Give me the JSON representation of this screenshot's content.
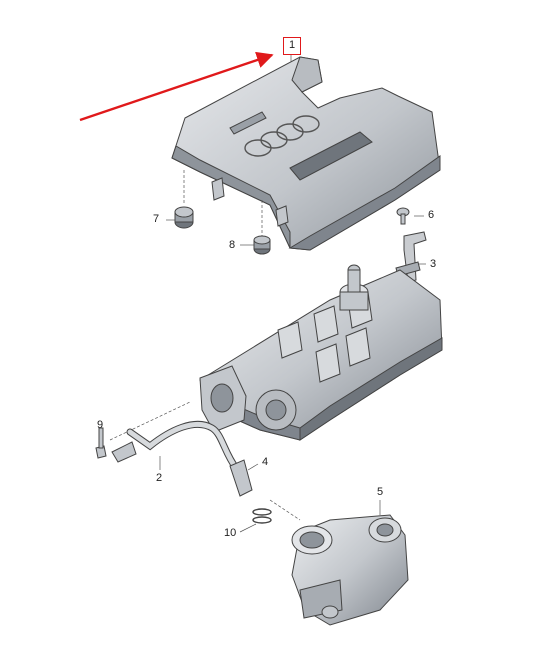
{
  "callouts": [
    {
      "id": "cover",
      "label": "1",
      "boxed": true
    },
    {
      "id": "pipe",
      "label": "2"
    },
    {
      "id": "bracket",
      "label": "3"
    },
    {
      "id": "seal",
      "label": "4"
    },
    {
      "id": "thermostat-housing",
      "label": "5"
    },
    {
      "id": "screw-top",
      "label": "6"
    },
    {
      "id": "grommet-left",
      "label": "7"
    },
    {
      "id": "grommet-right",
      "label": "8"
    },
    {
      "id": "bolt",
      "label": "9"
    },
    {
      "id": "o-rings",
      "label": "10"
    }
  ],
  "colors": {
    "accent": "#e0191b",
    "line": "#444444",
    "part_fill": "#c9ccd0",
    "part_dark": "#8e949b",
    "part_light": "#e3e5e8"
  }
}
